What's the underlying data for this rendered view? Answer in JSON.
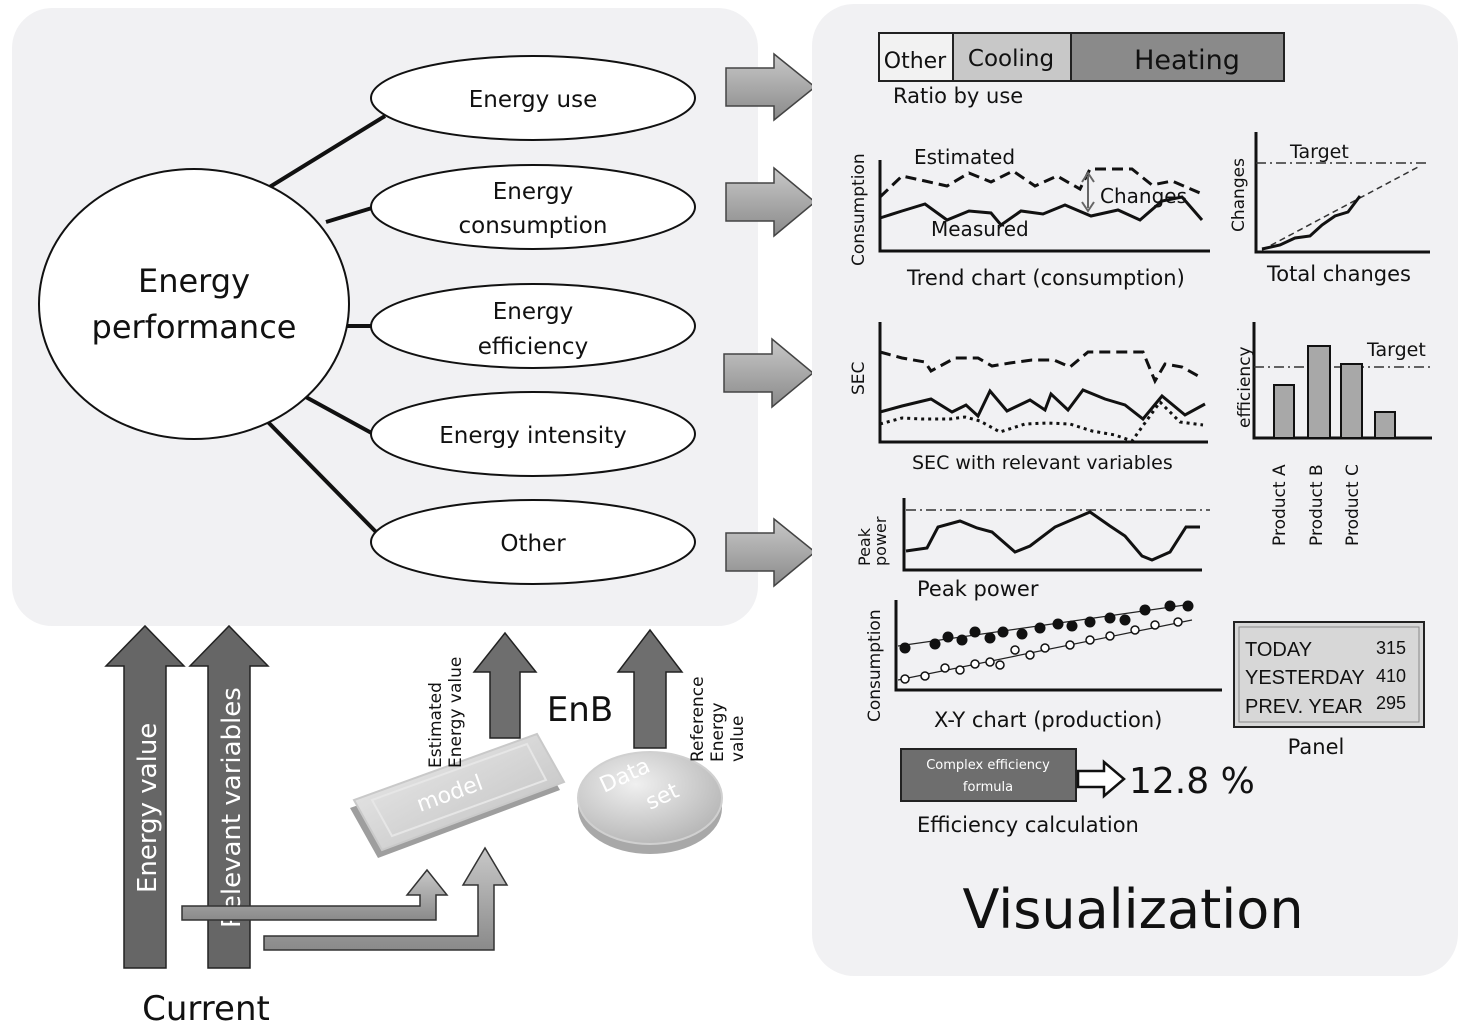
{
  "performance": {
    "center_label_line1": "Energy",
    "center_label_line2": "performance",
    "branches": [
      {
        "line1": "Energy use",
        "line2": ""
      },
      {
        "line1": "Energy",
        "line2": "consumption"
      },
      {
        "line1": "Energy",
        "line2": "efficiency"
      },
      {
        "line1": "Energy intensity",
        "line2": ""
      },
      {
        "line1": "Other",
        "line2": ""
      }
    ]
  },
  "inputs": {
    "energy_value": "Energy value",
    "relevant_variables": "Relevant variables",
    "current": "Current",
    "model": "model",
    "dataset_line1": "Data",
    "dataset_line2": "set",
    "enb": "EnB",
    "estimated_line1": "Estimated",
    "estimated_line2": "Energy value",
    "reference_line1": "Reference",
    "reference_line2": "Energy",
    "reference_line3": "value"
  },
  "visualization": {
    "title": "Visualization",
    "ratio": {
      "segments": [
        "Other",
        "Cooling",
        "Heating"
      ],
      "caption": "Ratio by use"
    },
    "trend": {
      "ylabel": "Consumption",
      "estimated": "Estimated",
      "measured": "Measured",
      "changes": "Changes",
      "caption": "Trend chart (consumption)"
    },
    "total_changes": {
      "ylabel": "Changes",
      "target": "Target",
      "caption": "Total changes"
    },
    "sec": {
      "ylabel": "SEC",
      "caption": "SEC with relevant variables"
    },
    "efficiency_bars": {
      "ylabel": "efficiency",
      "target": "Target",
      "categories": [
        "Product A",
        "Product B",
        "Product C"
      ]
    },
    "peak": {
      "ylabel_line1": "Peak",
      "ylabel_line2": "power",
      "caption": "Peak power"
    },
    "xy": {
      "ylabel": "Consumption",
      "caption": "X-Y chart (production)"
    },
    "panel": {
      "rows": [
        {
          "label": "TODAY",
          "value": "315"
        },
        {
          "label": "YESTERDAY",
          "value": "410"
        },
        {
          "label": "PREV. YEAR",
          "value": "295"
        }
      ],
      "caption": "Panel"
    },
    "efficiency_calc": {
      "formula_line1": "Complex efficiency",
      "formula_line2": "formula",
      "result": "12.8 %",
      "caption": "Efficiency calculation"
    }
  }
}
